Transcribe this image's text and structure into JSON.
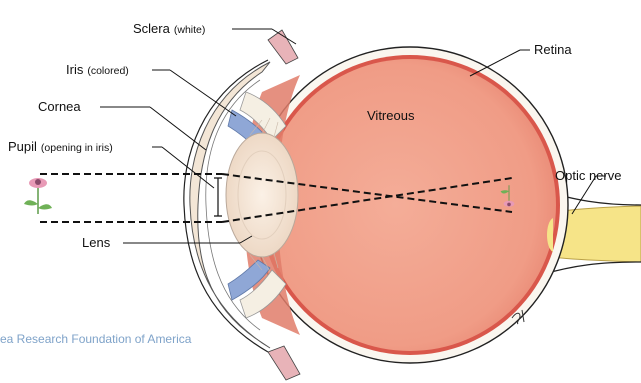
{
  "labels": {
    "sclera": "Sclera",
    "sclera_note": "(white)",
    "iris": "Iris",
    "iris_note": "(colored)",
    "cornea": "Cornea",
    "pupil": "Pupil",
    "pupil_note": "(opening in iris)",
    "vitreous": "Vitreous",
    "retina": "Retina",
    "optic_nerve": "Optic nerve",
    "lens": "Lens"
  },
  "credit": "ea Research Foundation of America",
  "colors": {
    "vitreous": "#f2a08c",
    "vitreous_shade": "#e17f6e",
    "retina": "#d9574b",
    "sclera": "#faf6ef",
    "iris": "#8fa7d6",
    "lens": "#f7e7d8",
    "optic_nerve": "#f6e488",
    "outline": "#222222",
    "credit": "#7fa3c9"
  },
  "icons": {
    "object": "flower-icon",
    "image": "inverted-flower-icon"
  }
}
